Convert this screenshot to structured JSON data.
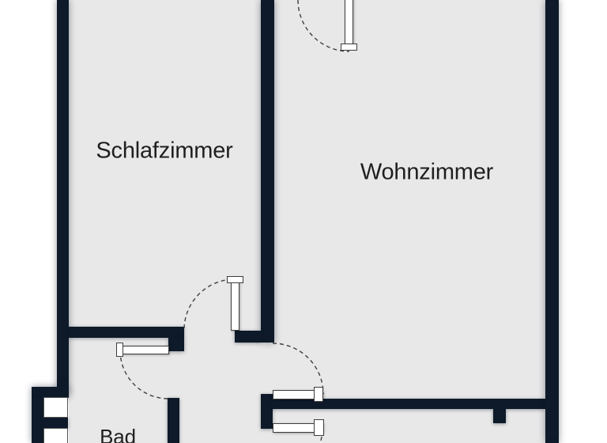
{
  "rooms": [
    {
      "id": "schlafzimmer",
      "label": "Schlafzimmer"
    },
    {
      "id": "wohnzimmer",
      "label": "Wohnzimmer"
    },
    {
      "id": "bad",
      "label": "Bad"
    }
  ],
  "doors": [
    {
      "name": "entry-door",
      "location": "top wall of Wohnzimmer, swing arc into room"
    },
    {
      "name": "schlafzimmer-door",
      "location": "bottom wall of Schlafzimmer, swings up into room"
    },
    {
      "name": "bad-door",
      "location": "right wall of Bad, swings down into Bad"
    },
    {
      "name": "wohnzimmer-door",
      "location": "hall wall of Wohnzimmer, leaf open along bottom wall"
    },
    {
      "name": "corridor-door",
      "location": "lower corridor, leaf open, arc cut off at image bottom"
    }
  ],
  "windows": [
    {
      "name": "bad-window",
      "location": "lower left outer wall, two panes with center mullion"
    }
  ],
  "colors": {
    "wall": "#0e1a29",
    "floor": "#e8e8e8",
    "background": "#ffffff",
    "leaf-fill": "#ffffff",
    "leaf-outline": "#3c3c3c",
    "arc": "#3f3f3f",
    "text": "#1f1f1f"
  }
}
